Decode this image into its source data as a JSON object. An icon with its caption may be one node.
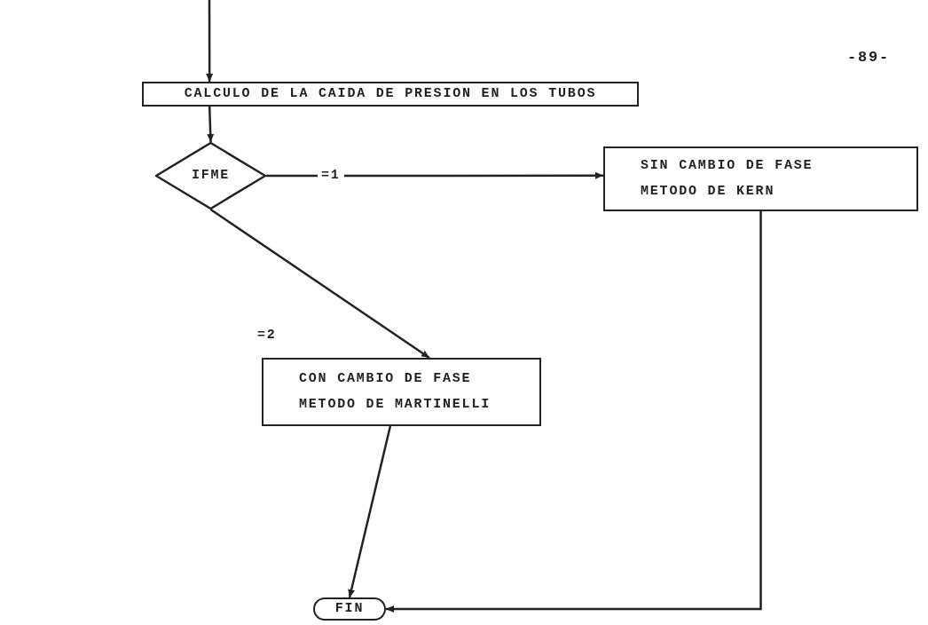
{
  "diagram": {
    "nodes": [
      {
        "text": [
          "CALCULO DE LA CAIDA DE PRESION EN LOS TUBOS"
        ]
      },
      {
        "text": [
          "IFME"
        ]
      },
      {
        "text": [
          "SIN CAMBIO DE FASE METODO DE KERN"
        ]
      },
      {
        "text": [
          "CON CAMBIO DE FASE METODO DE MARTINELLI"
        ]
      },
      {
        "text": [
          "FIN"
        ]
      }
    ],
    "edges": [
      {
        "from": null,
        "to": 0,
        "arrow": "to"
      },
      {
        "from": 0,
        "to": 1,
        "arrow": "to"
      },
      {
        "from": 1,
        "to": 2,
        "arrow": "to",
        "label": "=1"
      },
      {
        "from": 1,
        "to": 3,
        "arrow": "to",
        "label": "=2"
      },
      {
        "from": 3,
        "to": 4,
        "arrow": "to"
      },
      {
        "from": 2,
        "to": 4,
        "arrow": "to"
      }
    ],
    "labels": [
      "-89-"
    ]
  }
}
